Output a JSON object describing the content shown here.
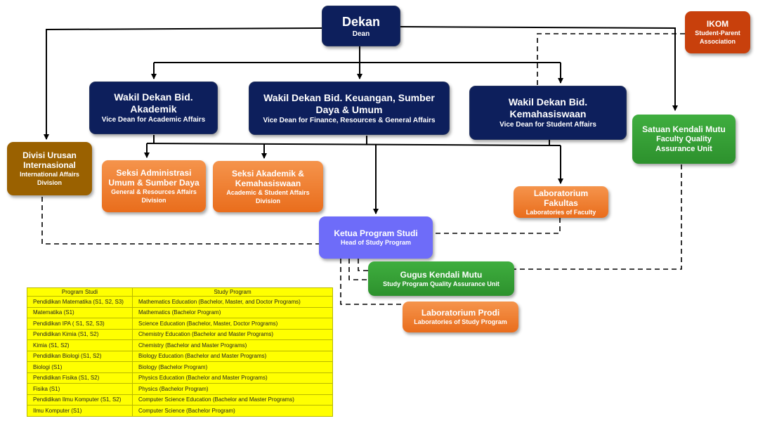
{
  "dean": {
    "title": "Dekan",
    "subtitle": "Dean"
  },
  "ikom": {
    "title": "IKOM",
    "subtitle": "Student-Parent Association"
  },
  "vd_academic": {
    "title": "Wakil Dekan Bid. Akademik",
    "subtitle": "Vice Dean for Academic Affairs"
  },
  "vd_finance": {
    "title": "Wakil Dekan Bid. Keuangan, Sumber Daya & Umum",
    "subtitle": "Vice Dean for Finance, Resources & General Affairs"
  },
  "vd_student": {
    "title": "Wakil Dekan Bid. Kemahasiswaan",
    "subtitle": "Vice Dean for Student Affairs"
  },
  "quality_unit": {
    "title": "Satuan Kendali Mutu",
    "subtitle": "Faculty Quality Assurance Unit"
  },
  "intl": {
    "title": "Divisi Urusan Internasional",
    "subtitle": "International Affairs Division"
  },
  "admin_section": {
    "title": "Seksi Administrasi Umum & Sumber Daya",
    "subtitle": "General & Resources Affairs Division"
  },
  "academic_section": {
    "title": "Seksi Akademik & Kemahasiswaan",
    "subtitle": "Academic & Student Affairs Division"
  },
  "faculty_lab": {
    "title": "Laboratorium Fakultas",
    "subtitle": "Laboratories of Faculty"
  },
  "head_program": {
    "title": "Ketua Program Studi",
    "subtitle": "Head of Study Program"
  },
  "program_quality": {
    "title": "Gugus Kendali Mutu",
    "subtitle": "Study Program Quality Assurance Unit"
  },
  "program_lab": {
    "title": "Laboratorium Prodi",
    "subtitle": "Laboratories of Study Program"
  },
  "colors": {
    "navy": "#0d1f5c",
    "orange": "#ee7a2c",
    "green": "#31a031",
    "brown": "#9a6100",
    "red": "#c8400c",
    "violet": "#6e6cf9",
    "table": "#ffff00"
  },
  "program_table": {
    "headers": [
      "Program Studi",
      "Study Program"
    ],
    "rows": [
      [
        "Pendidikan Matematika (S1, S2, S3)",
        "Mathematics Education (Bachelor, Master, and Doctor Programs)"
      ],
      [
        "Matematika (S1)",
        "Mathematics (Bachelor Program)"
      ],
      [
        "Pendidikan IPA ( S1, S2, S3)",
        "Science Education (Bachelor, Master, Doctor Programs)"
      ],
      [
        "Pendidikan Kimia (S1, S2)",
        "Chemistry Education (Bachelor and Master Programs)"
      ],
      [
        "Kimia (S1, S2)",
        "Chemistry (Bachelor and Master Programs)"
      ],
      [
        "Pendidikan Biologi (S1, S2)",
        "Biology Education (Bachelor and Master Programs)"
      ],
      [
        "Biologi (S1)",
        "Biology (Bachelor Program)"
      ],
      [
        "Pendidikan Fisika (S1, S2)",
        "Physics Education (Bachelor and Master Programs)"
      ],
      [
        "Fisika (S1)",
        "Physics (Bachelor Program)"
      ],
      [
        "Pendidikan Ilmu Komputer (S1, S2)",
        "Computer Science Education (Bachelor and Master Programs)"
      ],
      [
        "Ilmu Komputer (S1)",
        "Computer Science (Bachelor Program)"
      ]
    ]
  }
}
